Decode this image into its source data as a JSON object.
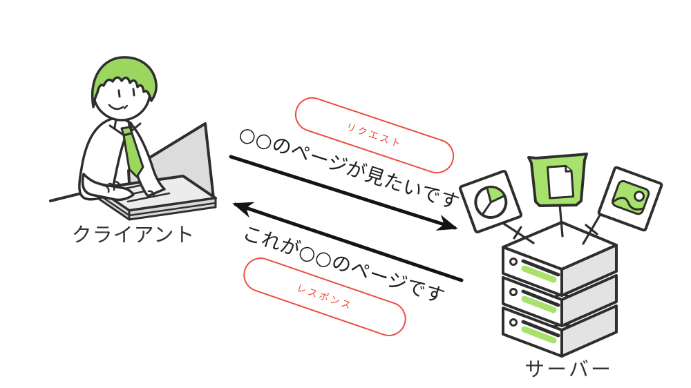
{
  "diagram": {
    "client": {
      "label": "クライアント"
    },
    "server": {
      "label": "サーバー"
    },
    "request": {
      "badge_label": "リクエスト",
      "message": "○○のページが見たいです"
    },
    "response": {
      "badge_label": "レスポンス",
      "message": "これが○○のページです"
    }
  },
  "icons": {
    "client_illustration": "person-typing-at-laptop",
    "server_illustration": "server-stack-3-units",
    "server_cards": [
      "pie-chart-card",
      "document-card",
      "image-card"
    ],
    "request_arrow": "arrow-to-server",
    "response_arrow": "arrow-to-client"
  },
  "colors": {
    "accent_red": "#ef4b3f",
    "illustration_green": "#9bd65f",
    "illustration_green_light": "#a8e26c",
    "outline_ink": "#2e2e2e",
    "arrow_black": "#141414",
    "laptop_gray": "#dcdcdc",
    "server_side_gray": "#e3e3e3",
    "background": "#ffffff"
  }
}
